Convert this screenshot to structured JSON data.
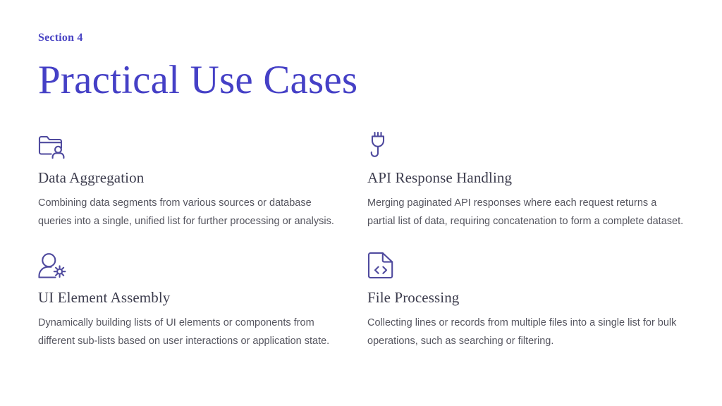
{
  "slide": {
    "eyebrow": "Section 4",
    "title": "Practical Use Cases",
    "accent_color": "#4540c6",
    "icon_color": "#4f4a9e",
    "heading_color": "#3d3d4e",
    "body_color": "#55555f",
    "background_color": "#ffffff"
  },
  "cards": [
    {
      "icon": "folder-user-icon",
      "title": "Data Aggregation",
      "body": "Combining data segments from various sources or database queries into a single, unified list for further processing or analysis."
    },
    {
      "icon": "plug-icon",
      "title": "API Response Handling",
      "body": "Merging paginated API responses where each request returns a partial list of data, requiring concatenation to form a complete dataset."
    },
    {
      "icon": "user-gear-icon",
      "title": "UI Element Assembly",
      "body": "Dynamically building lists of UI elements or components from different sub-lists based on user interactions or application state."
    },
    {
      "icon": "file-code-icon",
      "title": "File Processing",
      "body": "Collecting lines or records from multiple files into a single list for bulk operations, such as searching or filtering."
    }
  ]
}
